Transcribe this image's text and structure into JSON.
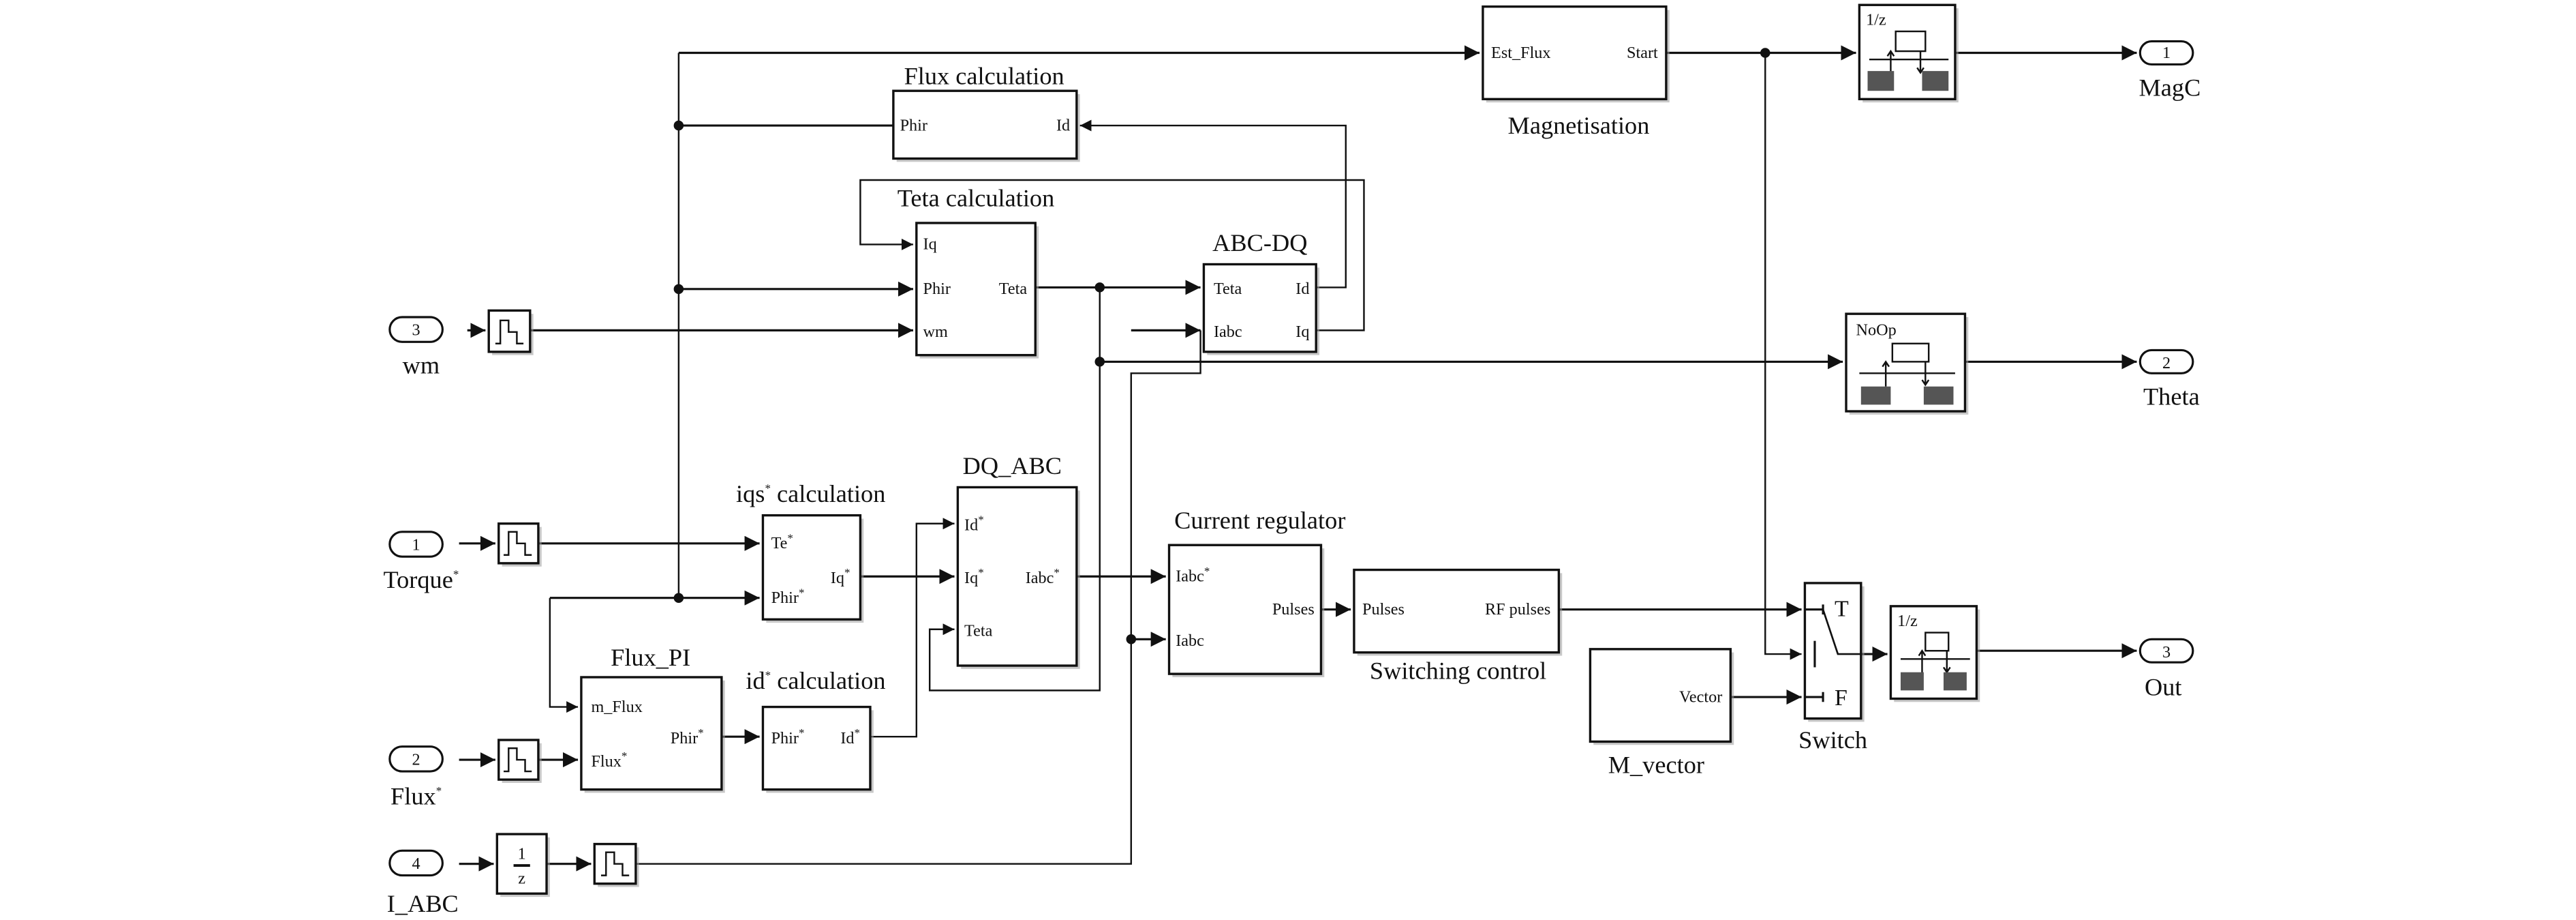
{
  "diagram": {
    "type": "simulink-block-diagram",
    "inports": [
      {
        "number": "3",
        "label": "wm"
      },
      {
        "number": "1",
        "label": "Torque",
        "sup": "*"
      },
      {
        "number": "2",
        "label": "Flux",
        "sup": "*"
      },
      {
        "number": "4",
        "label": "I_ABC"
      }
    ],
    "outports": [
      {
        "number": "1",
        "label": "MagC"
      },
      {
        "number": "2",
        "label": "Theta"
      },
      {
        "number": "3",
        "label": "Out"
      }
    ],
    "blocks": {
      "flux_calc": {
        "title": "Flux calculation",
        "in": [
          "Id"
        ],
        "out": [
          "Phir"
        ]
      },
      "teta_calc": {
        "title": "Teta calculation",
        "in": [
          "Iq",
          "Phir",
          "wm"
        ],
        "out": [
          "Teta"
        ]
      },
      "abc_dq": {
        "title": "ABC-DQ",
        "in": [
          "Teta",
          "Iabc"
        ],
        "out": [
          "Id",
          "Iq"
        ]
      },
      "magnetisation": {
        "title": "Magnetisation",
        "in": [
          "Est_Flux"
        ],
        "out": [
          "Start"
        ]
      },
      "rt_top": {
        "label": "1/z"
      },
      "noop": {
        "label": "NoOp"
      },
      "iqs_calc": {
        "title": "iqs",
        "title_sup": "*",
        "title_rest": " calculation",
        "in": [
          "Te",
          "Phir"
        ],
        "in_sup": "*",
        "out": [
          "Iq"
        ],
        "out_sup": "*"
      },
      "dq_abc": {
        "title": "DQ_ABC",
        "in": [
          "Id",
          "Iq",
          "Teta"
        ],
        "in_sup": "*",
        "out": [
          "Iabc"
        ],
        "out_sup": "*"
      },
      "flux_pi": {
        "title": "Flux_PI",
        "in": [
          "m_Flux",
          "Flux"
        ],
        "in_sup": "*",
        "out": [
          "Phir"
        ],
        "out_sup": "*"
      },
      "id_calc": {
        "title": "id",
        "title_sup": "*",
        "title_rest": " calculation",
        "in": [
          "Phir"
        ],
        "in_sup": "*",
        "out": [
          "Id"
        ],
        "out_sup": "*"
      },
      "current_reg": {
        "title": "Current regulator",
        "in": [
          "Iabc",
          "Iabc"
        ],
        "in_sup": "*",
        "out": [
          "Pulses"
        ]
      },
      "switching": {
        "title": "Switching control",
        "in": [
          "Pulses"
        ],
        "out": [
          "RF pulses"
        ]
      },
      "m_vector": {
        "title": "M_vector",
        "out": [
          "Vector"
        ]
      },
      "switch": {
        "title": "Switch",
        "true_label": "T",
        "false_label": "F"
      },
      "rt_bottom": {
        "label": "1/z"
      },
      "unit_delay": {
        "num": "1",
        "den": "z"
      }
    }
  }
}
